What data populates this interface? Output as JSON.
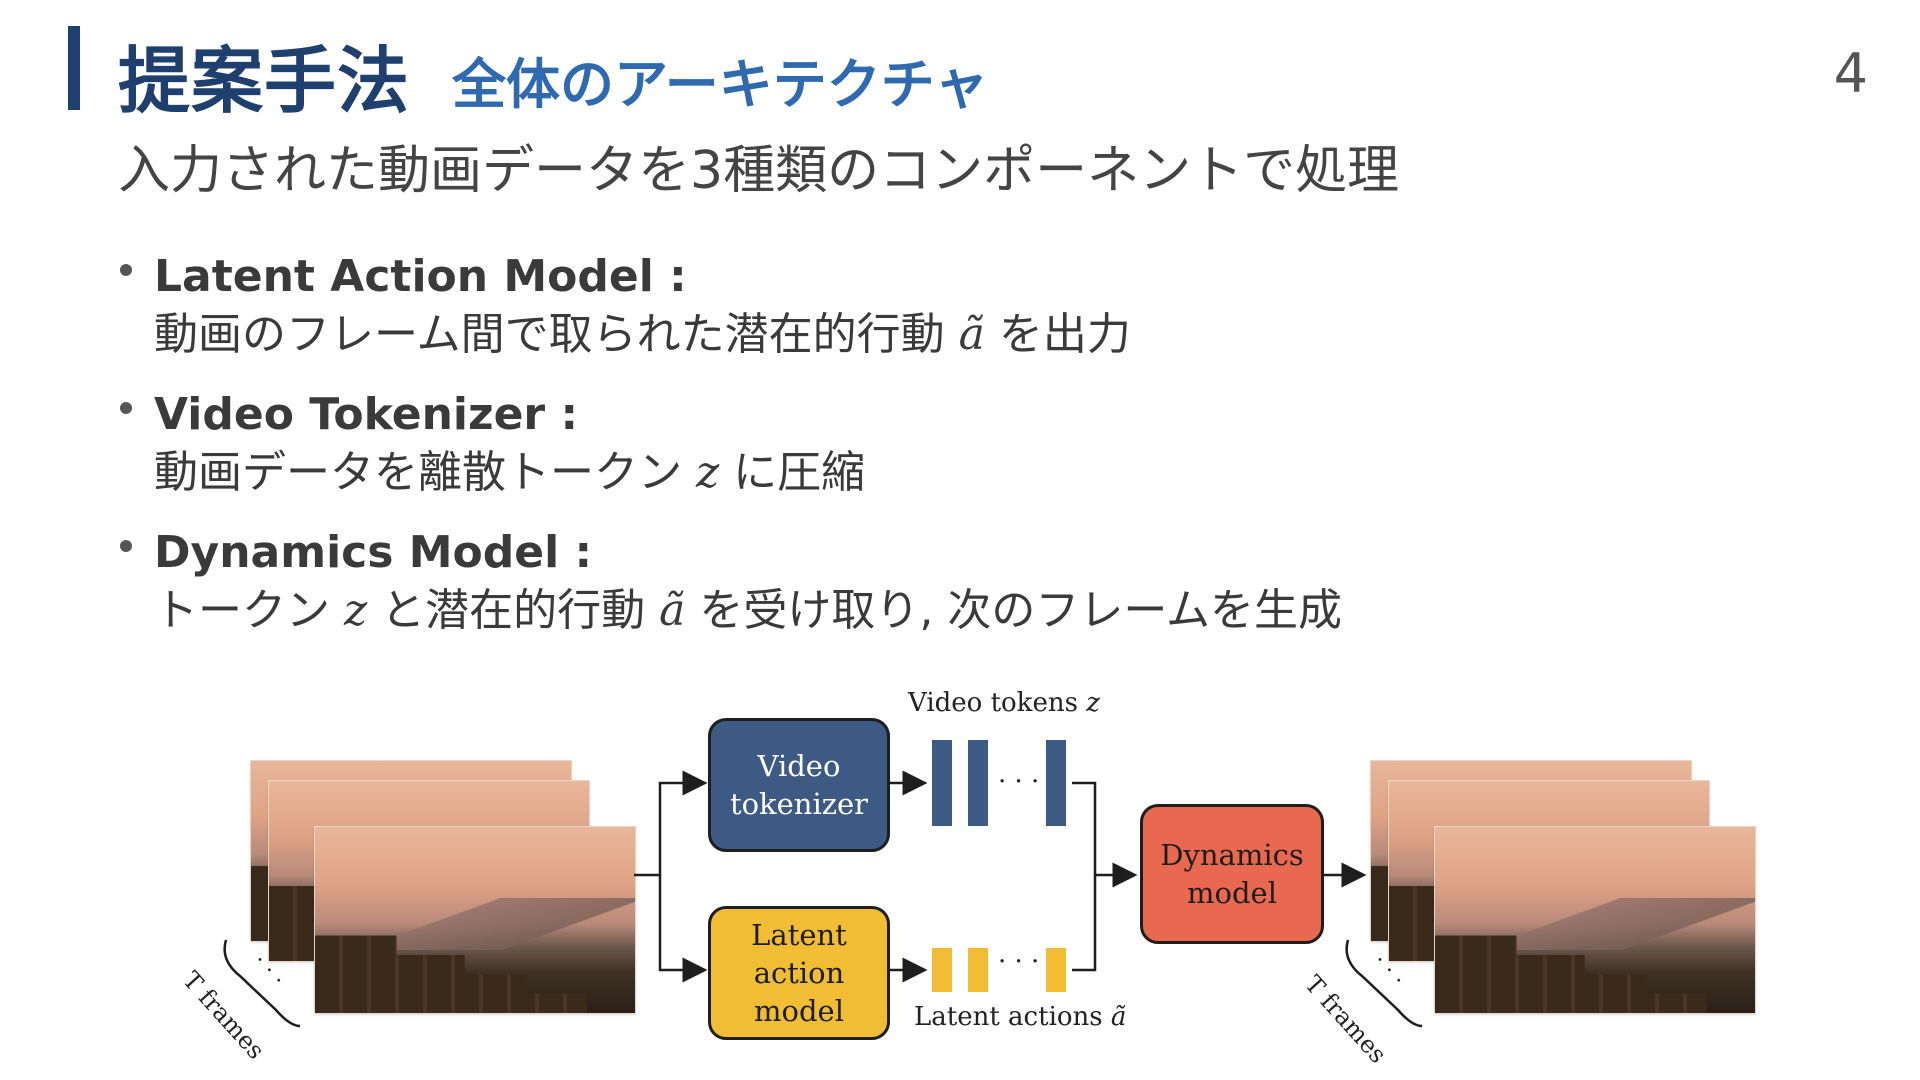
{
  "header": {
    "title": "提案手法",
    "subtitle": "全体のアーキテクチャ",
    "page_number": "4"
  },
  "lead": "入力された動画データを3種類のコンポーネントで処理",
  "bullets": [
    {
      "head": "Latent Action Model :",
      "desc_pre": "動画のフレーム間で取られた潜在的行動 ",
      "math1": "ã",
      "desc_mid": " を出力",
      "math2": "",
      "desc_post": ""
    },
    {
      "head": "Video Tokenizer :",
      "desc_pre": "動画データを離散トークン ",
      "math1": "z",
      "desc_mid": " に圧縮",
      "math2": "",
      "desc_post": ""
    },
    {
      "head": "Dynamics Model :",
      "desc_pre": "トークン ",
      "math1": "z",
      "desc_mid": " と潜在的行動 ",
      "math2": "ã",
      "desc_post": " を受け取り, 次のフレームを生成"
    }
  ],
  "diagram": {
    "video_tokenizer": {
      "line1": "Video",
      "line2": "tokenizer",
      "color": "#3d5a84"
    },
    "latent_action_model": {
      "line1": "Latent action",
      "line2": "model",
      "color": "#f0bd35"
    },
    "dynamics_model": {
      "line1": "Dynamics",
      "line2": "model",
      "color": "#e8694f"
    },
    "video_tokens_label": "Video tokens",
    "video_tokens_symbol": "z",
    "latent_actions_label": "Latent actions",
    "latent_actions_symbol": "ã",
    "t_frames_left": "T frames",
    "t_frames_right": "T frames",
    "ellipsis": "· · ·"
  }
}
